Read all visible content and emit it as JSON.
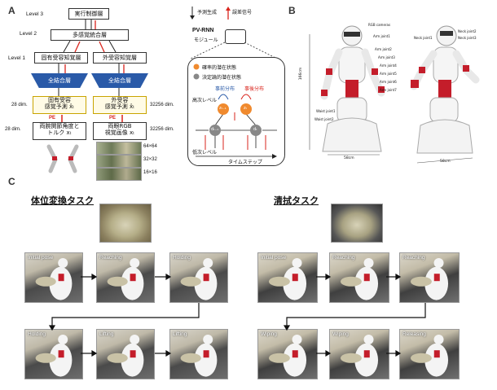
{
  "panels": {
    "a": "A",
    "b": "B",
    "c": "C"
  },
  "panelA": {
    "level3": "Level 3",
    "level2": "Level 2",
    "level1": "Level 1",
    "exec_layer": "実行制御層",
    "multimodal_layer": "多感覚統合層",
    "proprio_layer": "固有受容知覚層",
    "extero_layer": "外受容知覚層",
    "fc_left": "全結合層",
    "fc_right": "全結合層",
    "pred_proprio_l1": "固有受容",
    "pred_proprio_l2": "感覚予測 x̂ₜ",
    "pred_extero_l1": "外受容",
    "pred_extero_l2": "感覚予測 x̂ₜ",
    "dim_left_top": "28 dim.",
    "dim_right_top": "32256 dim.",
    "dim_left_bottom": "28 dim.",
    "dim_right_bottom": "32256 dim.",
    "pe_left": "PE",
    "pe_right": "PE",
    "obs_proprio_l1": "両腕関節角度と",
    "obs_proprio_l2": "トルク xₜ",
    "obs_extero_l1": "両眼RGB",
    "obs_extero_l2": "視覚画像 xₜ",
    "res1": "64×64",
    "res2": "32×32",
    "res3": "16×16",
    "legend_pred": "予測生成",
    "legend_err": "誤差信号",
    "pvrnn_title": "PV-RNN",
    "pvrnn_sub": "モジュール",
    "legend_stochastic": "確率的潜在状態",
    "legend_deterministic": "決定論的潜在状態",
    "prior": "事前分布",
    "posterior": "事後分布",
    "high_level": "高次レベル",
    "low_level": "低次レベル",
    "timestep": "タイムステップ",
    "node_zt1": "zₜ₋₁",
    "node_zt": "zₜ",
    "node_dt1": "dₜ₋₁",
    "node_dt": "dₜ"
  },
  "panelB": {
    "rgb_camera": "RGB cameras",
    "neck1": "Neck joint1",
    "neck2": "Neck joint2",
    "neck3": "Neck joint3",
    "arm1": "Arm joint1",
    "arm2": "Arm joint2",
    "arm3": "Arm joint3",
    "arm4": "Arm joint4",
    "arm5": "Arm joint5",
    "arm6": "Arm joint6",
    "arm7": "Arm joint7",
    "waist1": "Waist joint1",
    "waist2": "Waist joint2",
    "height": "166cm",
    "width1": "58cm",
    "width2": "58cm"
  },
  "panelC": {
    "task1_title": "体位変換タスク",
    "task2_title": "清拭タスク",
    "task1_captions": [
      "Initial pose",
      "Reaching",
      "Holding",
      "Holding",
      "Lifting",
      "Lifting"
    ],
    "task2_captions": [
      "Initial pose",
      "Reaching",
      "Reaching",
      "Wiping",
      "Wiping",
      "Releasing"
    ]
  },
  "colors": {
    "accent_blue": "#2a5aa8",
    "error_red": "#d9241c",
    "robot_red": "#c41d2a",
    "node_orange": "#f08a2e"
  }
}
